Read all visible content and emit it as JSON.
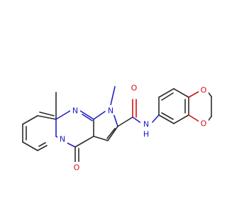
{
  "molecule": {
    "atoms": {
      "n_ring": "N",
      "n_pyrimidine": "N",
      "n_pyrrole": "N",
      "n_amide": "N",
      "h_amide": "H",
      "o_amide": "O",
      "o_ketone": "O",
      "o_dioxane_top": "O",
      "o_dioxane_bottom": "O"
    },
    "colors": {
      "carbon_bond": "#2b2b2b",
      "nitrogen": "#1a1ad0",
      "oxygen": "#d01010"
    }
  }
}
